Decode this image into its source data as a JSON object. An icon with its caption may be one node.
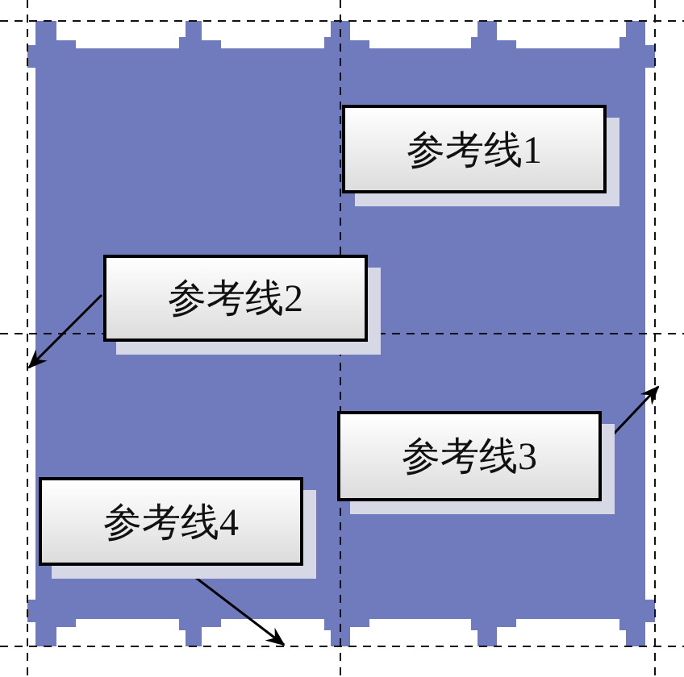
{
  "diagram": {
    "nodes": [
      {
        "text": [
          "参考线1"
        ]
      },
      {
        "text": [
          "参考线2"
        ]
      },
      {
        "text": [
          "参考线3"
        ]
      },
      {
        "text": [
          "参考线4"
        ]
      }
    ],
    "edges": [
      {
        "from": 1,
        "to": null,
        "arrow": "to"
      },
      {
        "from": 2,
        "to": null,
        "arrow": "to"
      },
      {
        "from": 3,
        "to": null,
        "arrow": "to"
      }
    ]
  }
}
